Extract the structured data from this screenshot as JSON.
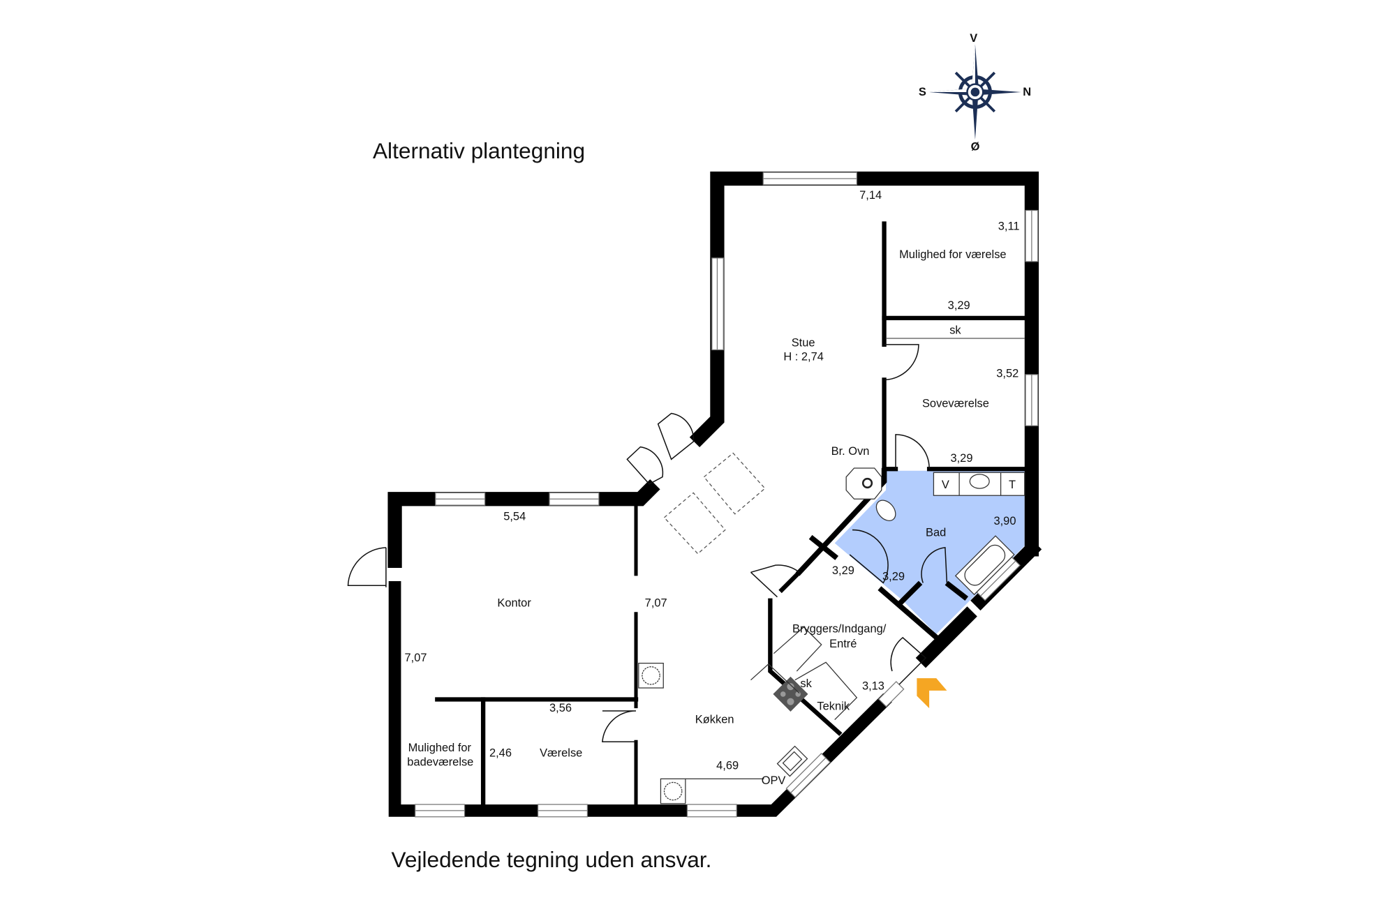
{
  "title": "Alternativ plantegning",
  "disclaimer": "Vejledende tegning uden ansvar.",
  "compass": {
    "north": "V",
    "east": "N",
    "south": "Ø",
    "west": "S"
  },
  "colors": {
    "wall": "#000000",
    "bathroom": "#b3cdfd",
    "entry_arrow": "#f5a623",
    "compass": "#1c2f55"
  },
  "rooms": {
    "stue": {
      "name": "Stue",
      "height": "H : 2,74"
    },
    "mulighed_vaerelse": "Mulighed for værelse",
    "sovevaerelse": "Soveværelse",
    "bad": "Bad",
    "kontor": "Kontor",
    "bryggers_line1": "Bryggers/Indgang/",
    "bryggers_line2": "Entré",
    "koekken": "Køkken",
    "vaerelse": "Værelse",
    "mulighed_bad_line1": "Mulighed for",
    "mulighed_bad_line2": "badeværelse"
  },
  "fixtures": {
    "skab1": "sk",
    "skab2": "sk",
    "toilet_v": "V",
    "toilet_t": "T",
    "bro_ovn": "Br. Ovn",
    "teknik": "Teknik",
    "opv": "OPV"
  },
  "dimensions": {
    "stue_top": "7,14",
    "mulighed_side": "3,11",
    "mulighed_bottom": "3,29",
    "sove_side": "3,52",
    "sove_bottom": "3,29",
    "bad_side": "3,90",
    "bad_a": "3,29",
    "bad_b": "3,29",
    "bryggers": "3,13",
    "kontor_top": "5,54",
    "kontor_side": "7,07",
    "kontor_right": "7,07",
    "vaerelse_top": "3,56",
    "vaerelse_side": "2,46",
    "koekken": "4,69"
  }
}
